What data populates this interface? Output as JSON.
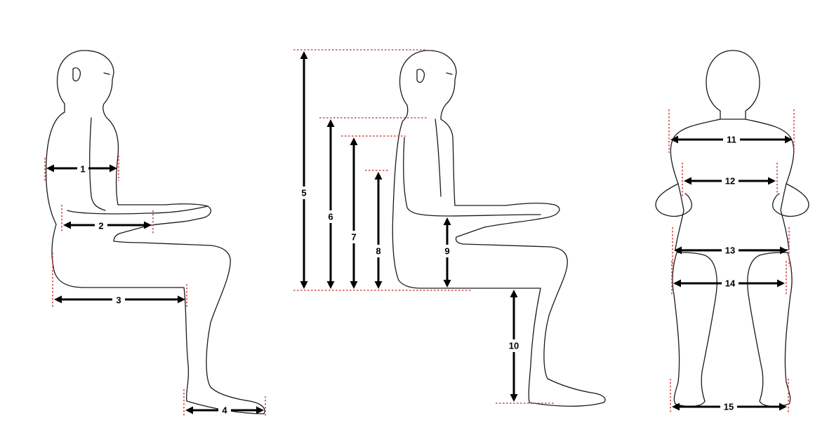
{
  "labels": {
    "m1": "1",
    "m2": "2",
    "m3": "3",
    "m4": "4",
    "m5": "5",
    "m6": "6",
    "m7": "7",
    "m8": "8",
    "m9": "9",
    "m10": "10",
    "m11": "11",
    "m12": "12",
    "m13": "13",
    "m14": "14",
    "m15": "15"
  },
  "colors": {
    "guide_line": "#d44a4a",
    "dimension_arrow": "#000000",
    "outline": "#1a1a1a",
    "background": "#ffffff"
  }
}
